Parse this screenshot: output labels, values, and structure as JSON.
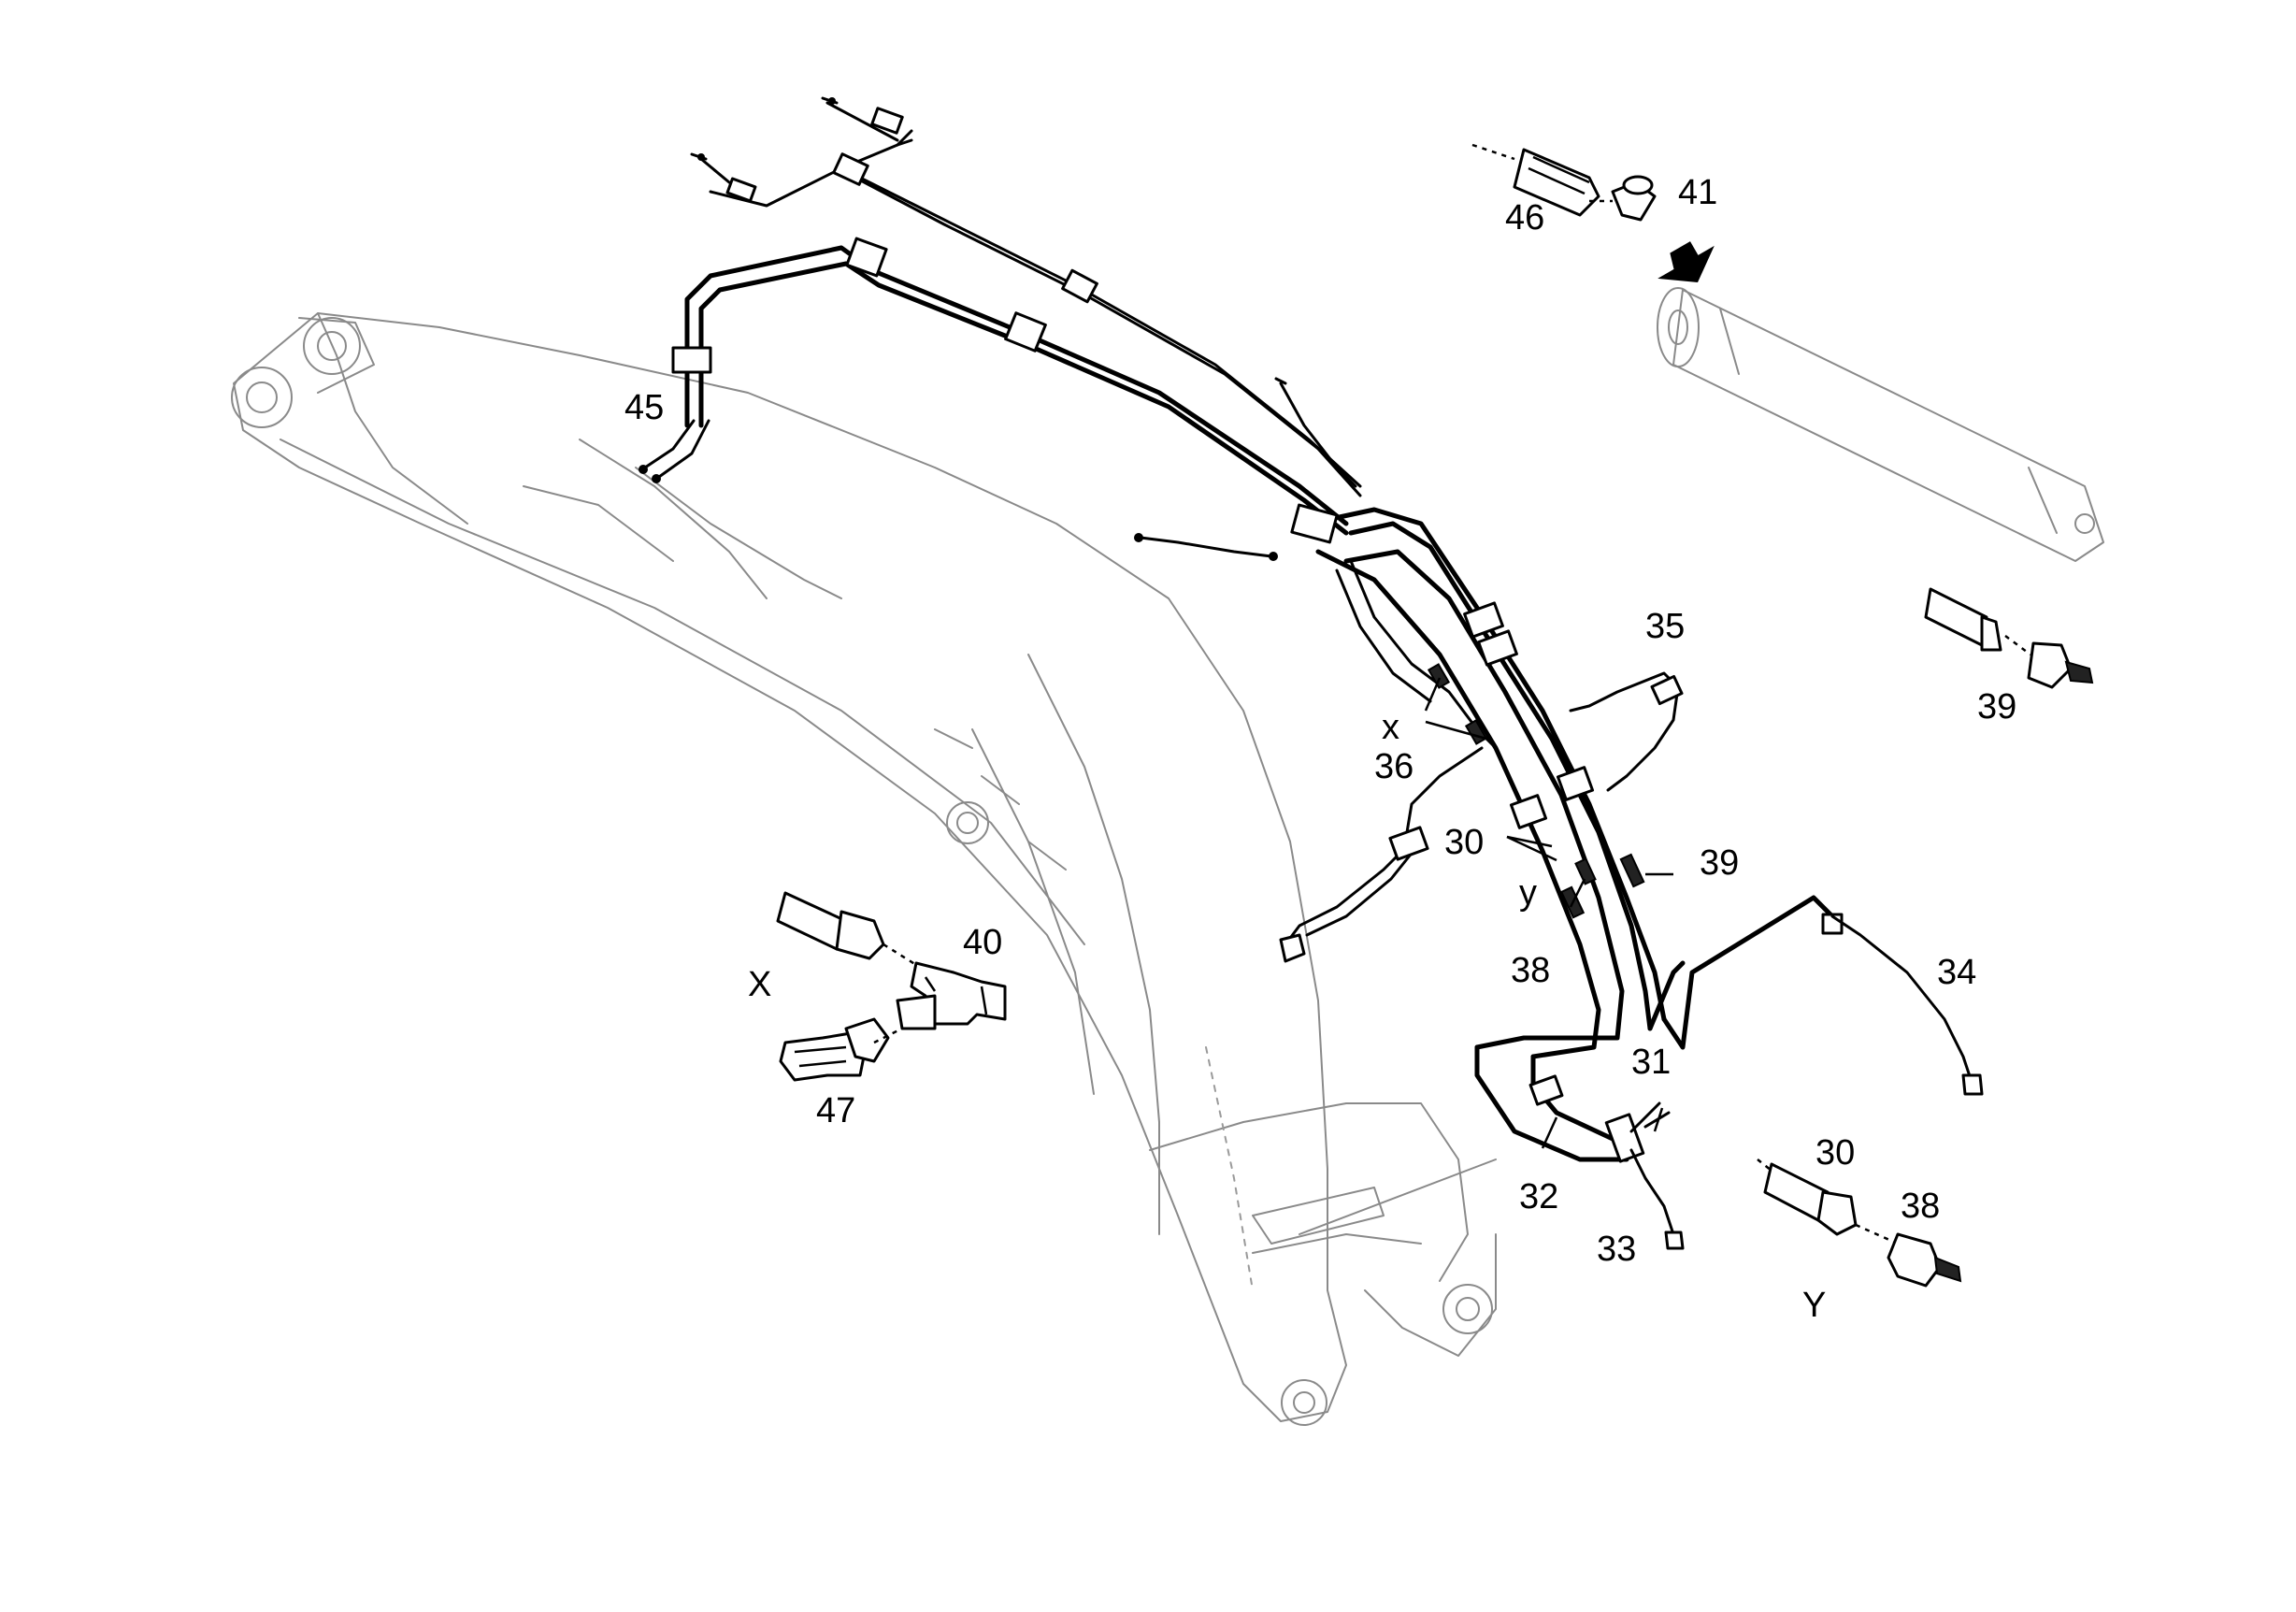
{
  "labels": {
    "p30a": "30",
    "p30b": "30",
    "p31": "31",
    "p32": "32",
    "p33": "33",
    "p34": "34",
    "p35": "35",
    "p36": "36",
    "p38a": "38",
    "p38b": "38",
    "p39a": "39",
    "p39b": "39",
    "p40": "40",
    "p41": "41",
    "p45": "45",
    "p46": "46",
    "p47": "47",
    "xLower": "x",
    "yLower": "y",
    "xUpper": "X",
    "yUpper": "Y"
  },
  "colors": {
    "line": "#000000",
    "ghost": "#8a8a8a",
    "background": "#ffffff"
  }
}
